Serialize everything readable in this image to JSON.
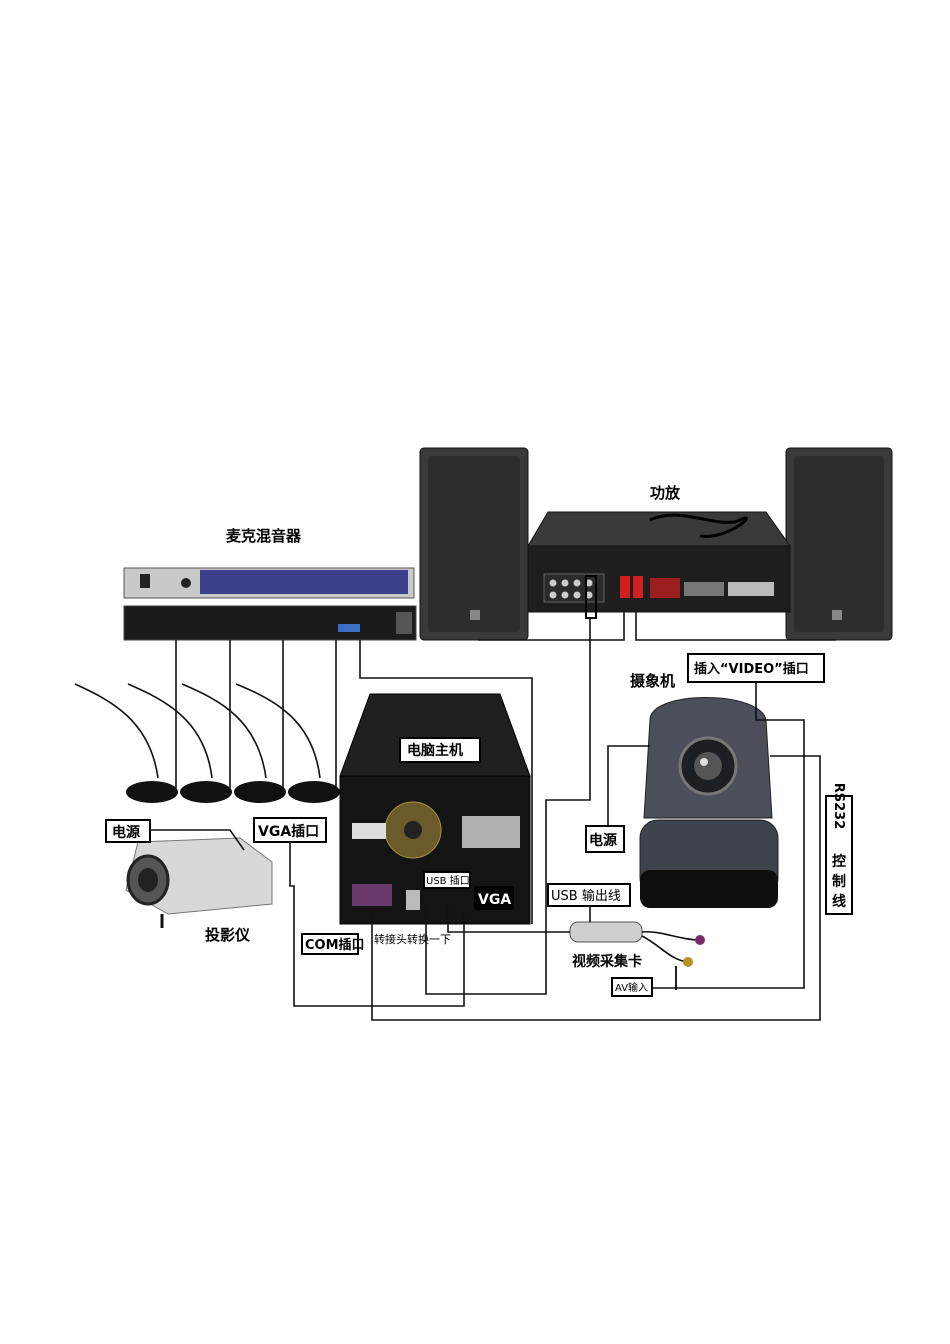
{
  "labels": {
    "amplifier": "功放",
    "mixer": "麦克混音器",
    "camera": "摄象机",
    "video_port": "插入“VIDEO”插口",
    "pc": "电脑主机",
    "power_left": "电源",
    "vga_port": "VGA插口",
    "projector": "投影仪",
    "power_right": "电源",
    "rs232": [
      "RS232",
      "控",
      "制",
      "线"
    ],
    "usb_port": "USB 插口",
    "vga": "VGA",
    "com_port": "COM插口",
    "adapter": "转接头转换一下",
    "usb_cable": "USB 输出线",
    "capture_card": "视频采集卡",
    "av_input": "AV输入"
  },
  "colors": {
    "device_dark": "#2a2a2a",
    "device_black": "#141414",
    "mixer_silver": "#c9c9c9",
    "mixer_panel_blue": "#3b3f8c",
    "camera_grey": "#4a4f5a",
    "projector_silver": "#d8d8d8",
    "wire": "#111111",
    "red_terminal": "#d21f1f"
  }
}
